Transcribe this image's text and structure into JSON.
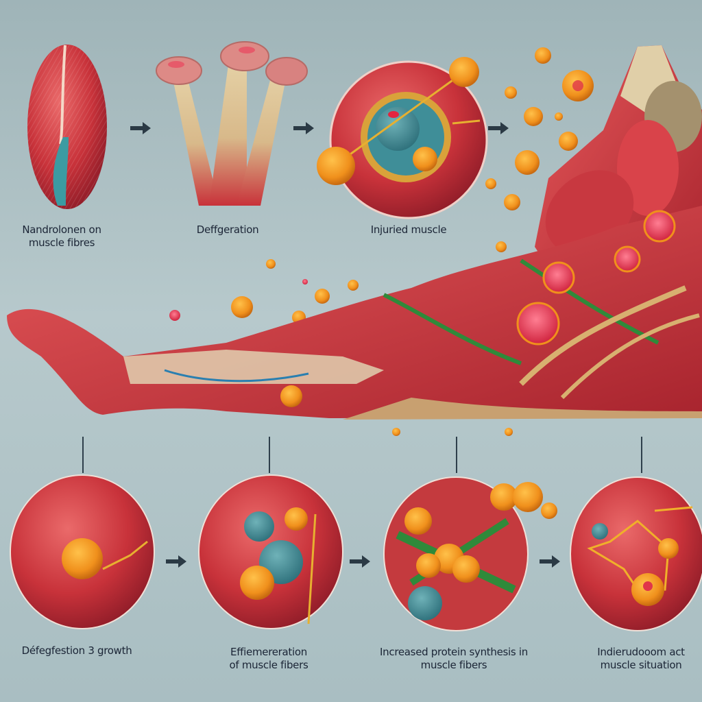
{
  "title": "Nandrolone effects on muscle — illustrated process",
  "colors": {
    "background": "#b3c6c9",
    "muscle_red": "#c8323a",
    "muscle_light": "#e5555a",
    "tendon": "#d8c39a",
    "cell_orange": "#f29a1f",
    "cell_teal": "#3f8e98",
    "vessel_green": "#2f8a3a",
    "arrow": "#2b3a45",
    "label_text": "#1b2536"
  },
  "top_row": {
    "stages": [
      {
        "id": "stage-1",
        "label_line1": "Nandrolonen on",
        "label_line2": "muscle fibres",
        "illustration": "muscle-fiber-capsule"
      },
      {
        "id": "stage-2",
        "label_line1": "Deffgeration",
        "label_line2": "",
        "illustration": "fiber-bundles"
      },
      {
        "id": "stage-3",
        "label_line1": "Injuried muscle",
        "label_line2": "",
        "illustration": "cross-section-with-cells"
      },
      {
        "id": "stage-4",
        "label_line1": "",
        "label_line2": "",
        "illustration": "upper-leg-muscle"
      }
    ],
    "arrows": [
      "arrow-right-icon",
      "arrow-right-icon",
      "arrow-right-icon"
    ]
  },
  "center": {
    "illustration": "leg-muscle-anatomy"
  },
  "bottom_row": {
    "stages": [
      {
        "id": "bstage-1",
        "label_line1": "Défegfestion 3 growth",
        "label_line2": "",
        "illustration": "circle-muscle-cell"
      },
      {
        "id": "bstage-2",
        "label_line1": "Effiemereration",
        "label_line2": "of muscle fibers",
        "illustration": "circle-fiber-cells"
      },
      {
        "id": "bstage-3",
        "label_line1": "Increased protein synthesis in",
        "label_line2": "muscle fibers",
        "illustration": "circle-cell-cluster"
      },
      {
        "id": "bstage-4",
        "label_line1": "Indierudooom act",
        "label_line2": "muscle situation",
        "illustration": "circle-network"
      }
    ],
    "arrows": [
      "arrow-right-icon",
      "arrow-right-icon",
      "arrow-right-icon"
    ]
  }
}
